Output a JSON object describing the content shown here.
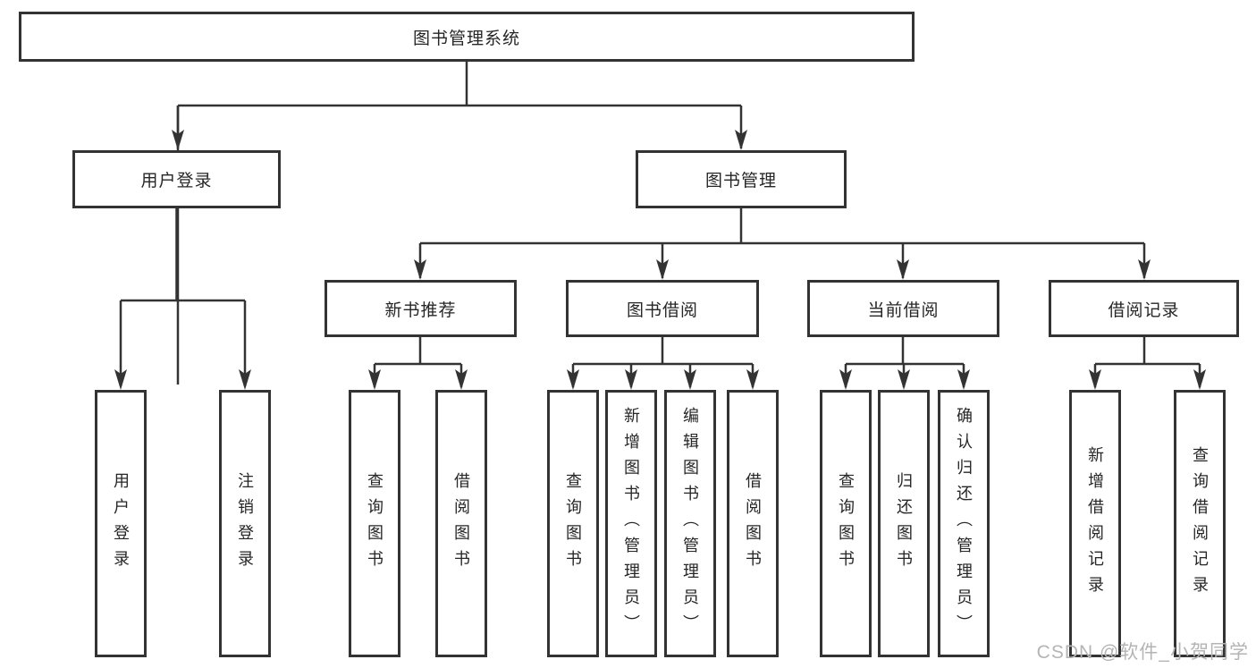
{
  "tree": {
    "root": {
      "label": "图书管理系统"
    },
    "branches": [
      {
        "label": "用户登录",
        "leaves": [
          {
            "label": "用户登录"
          },
          {
            "label": "注销登录"
          }
        ]
      },
      {
        "label": "图书管理",
        "groups": [
          {
            "label": "新书推荐",
            "leaves": [
              {
                "label": "查询图书"
              },
              {
                "label": "借阅图书"
              }
            ]
          },
          {
            "label": "图书借阅",
            "leaves": [
              {
                "label": "查询图书"
              },
              {
                "label": "新增图书（管理员）"
              },
              {
                "label": "编辑图书（管理员）"
              },
              {
                "label": "借阅图书"
              }
            ]
          },
          {
            "label": "当前借阅",
            "leaves": [
              {
                "label": "查询图书"
              },
              {
                "label": "归还图书"
              },
              {
                "label": "确认归还（管理员）"
              }
            ]
          },
          {
            "label": "借阅记录",
            "leaves": [
              {
                "label": "新增借阅记录"
              },
              {
                "label": "查询借阅记录"
              }
            ]
          }
        ]
      }
    ]
  },
  "watermark": {
    "text": "CSDN @软件_小贺同学"
  },
  "colors": {
    "line": "#333333",
    "box_border": "#333333",
    "text": "#262626",
    "watermark": "#b4b4b4",
    "background": "#ffffff"
  }
}
